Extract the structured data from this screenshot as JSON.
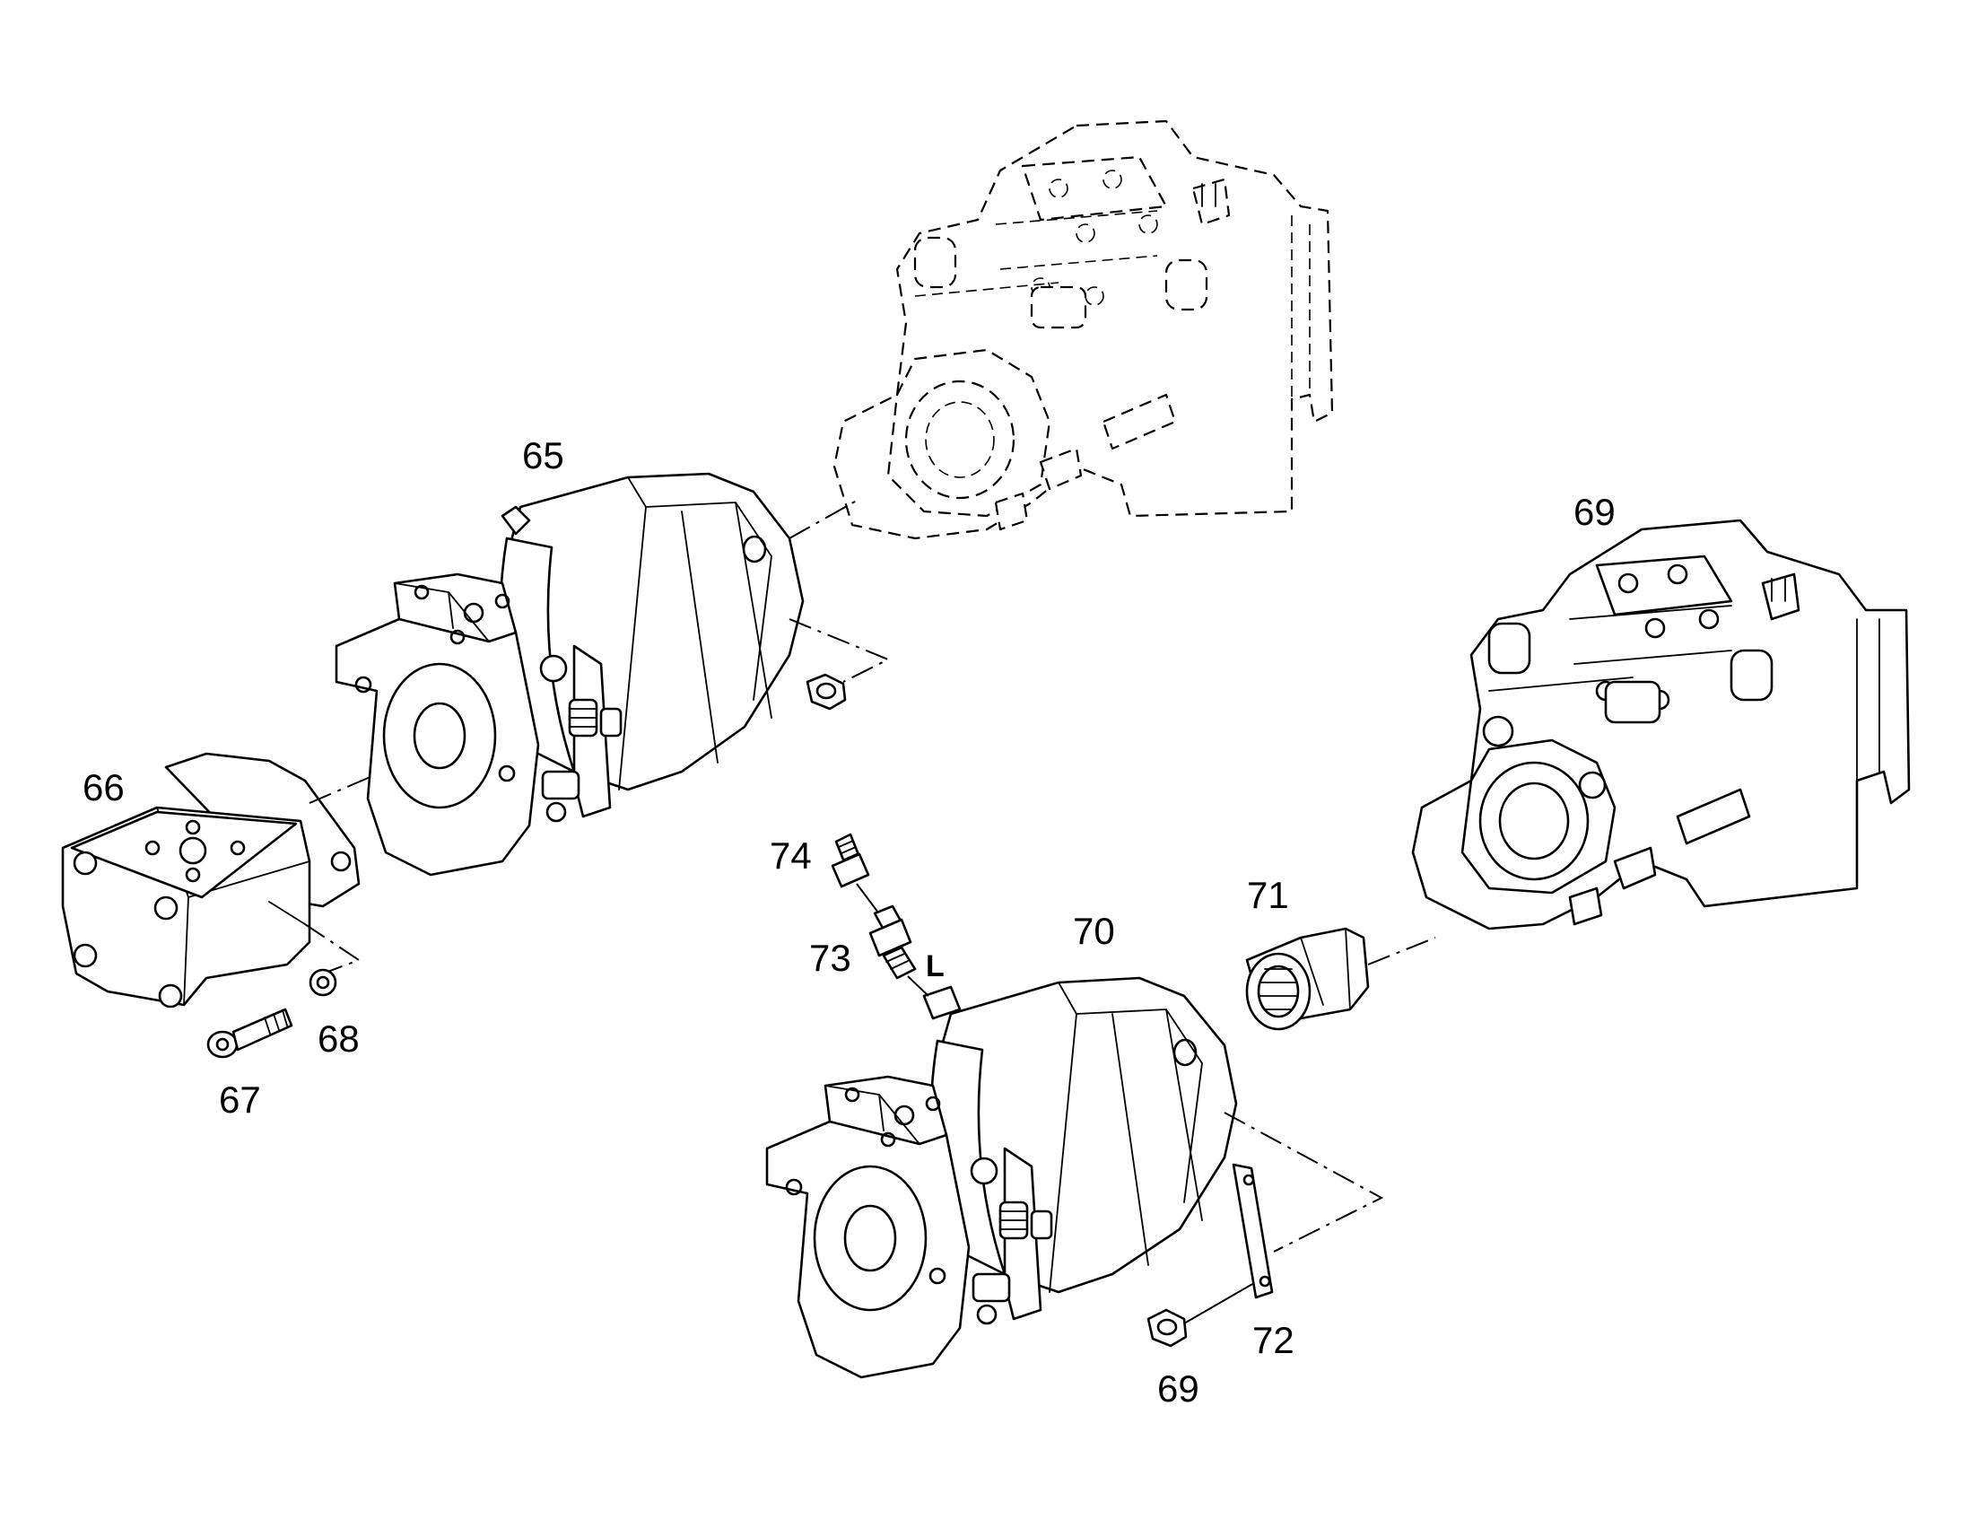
{
  "diagram": {
    "callouts": {
      "c65": "65",
      "c66": "66",
      "c67": "67",
      "c68": "68",
      "c69_top": "69",
      "c69_bottom": "69",
      "c70": "70",
      "c71": "71",
      "c72": "72",
      "c73": "73",
      "c74": "74",
      "port_l": "L"
    }
  }
}
